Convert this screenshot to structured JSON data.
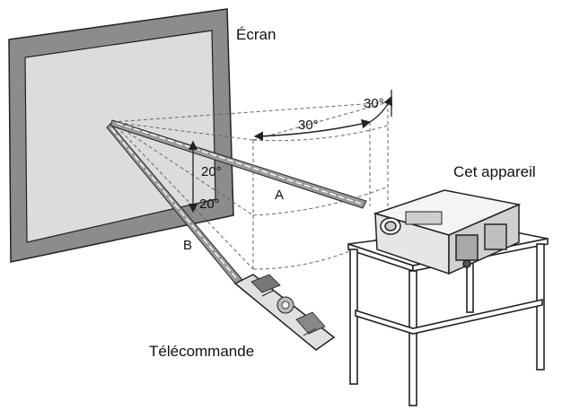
{
  "labels": {
    "screen": "Écran",
    "device": "Cet appareil",
    "remote": "Télécommande",
    "beam_a": "A",
    "beam_b": "B"
  },
  "angles": {
    "horizontal": "30°",
    "vertical_tilt": "30°",
    "up": "20°",
    "down": "20°"
  },
  "colors": {
    "line": "#222222",
    "beam_fill": "#8a8a8a",
    "screen_frame": "#8c8c8c",
    "screen_surface": "#bdbdbd",
    "guide_dash": "#666666"
  }
}
